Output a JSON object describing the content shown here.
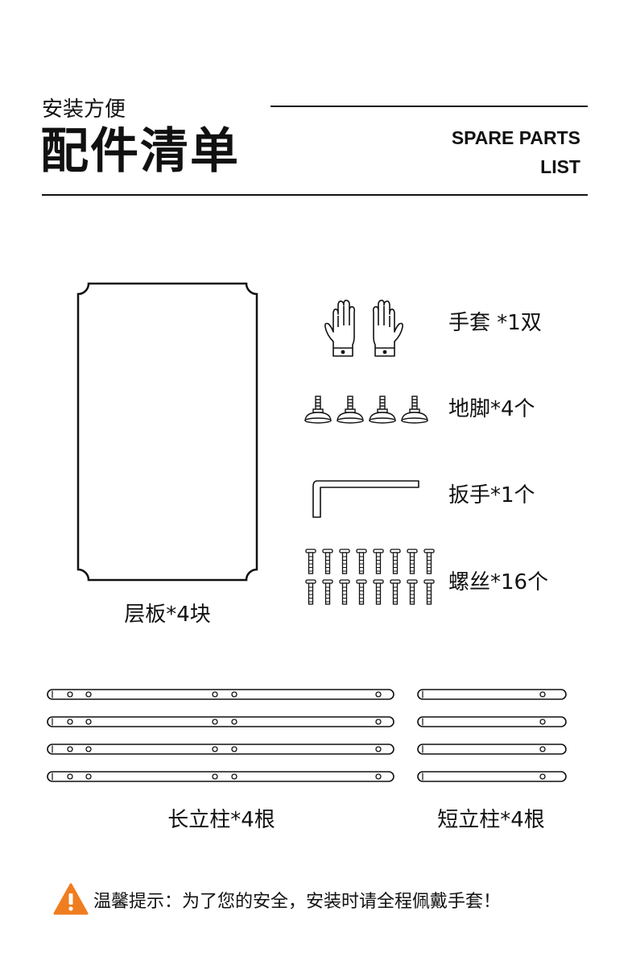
{
  "header": {
    "subtitle": "安装方便",
    "title": "配件清单",
    "english_line1": "SPARE PARTS",
    "english_line2": "LIST"
  },
  "parts": {
    "shelf": {
      "label": "层板*4块",
      "icon": "shelf-board-icon"
    },
    "gloves": {
      "label": "手套 *1双",
      "icon": "gloves-icon"
    },
    "feet": {
      "label": "地脚*4个",
      "icon": "leveling-foot-icon"
    },
    "wrench": {
      "label": "扳手*1个",
      "icon": "hex-key-icon"
    },
    "screws": {
      "label": "螺丝*16个",
      "icon": "screw-icon"
    },
    "long_posts": {
      "label": "长立柱*4根",
      "icon": "long-post-icon"
    },
    "short_posts": {
      "label": "短立柱*4根",
      "icon": "short-post-icon"
    }
  },
  "footer": {
    "tip": "温馨提示：为了您的安全，安装时请全程佩戴手套！",
    "warning_icon": "warning-icon",
    "warning_color": "#F07D1F"
  }
}
